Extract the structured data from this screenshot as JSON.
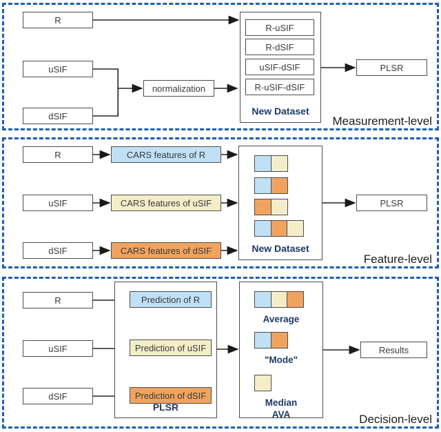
{
  "palette": {
    "blue": "#bfe0f5",
    "yellow": "#f3edc8",
    "orange": "#f0a35e",
    "dashed_border": "#1d5fae",
    "title_navy": "#1f3864"
  },
  "sections": {
    "measurement": {
      "label": "Measurement-level",
      "inputs": [
        "R",
        "uSIF",
        "dSIF"
      ],
      "normalization_label": "normalization",
      "dataset": {
        "title": "New Dataset",
        "items": [
          "R-uSIF",
          "R-dSIF",
          "uSIF-dSIF",
          "R-uSIF-dSIF"
        ]
      },
      "output": "PLSR"
    },
    "feature": {
      "label": "Feature-level",
      "inputs": [
        "R",
        "uSIF",
        "dSIF"
      ],
      "cars": [
        {
          "label": "CARS features of R",
          "color": "blue"
        },
        {
          "label": "CARS features of uSIF",
          "color": "yellow"
        },
        {
          "label": "CARS features of dSIF",
          "color": "orange"
        }
      ],
      "dataset": {
        "title": "New Dataset",
        "rows": [
          [
            "blue",
            "yellow"
          ],
          [
            "blue",
            "orange"
          ],
          [
            "orange",
            "yellow"
          ],
          [
            "blue",
            "orange",
            "yellow"
          ]
        ]
      },
      "output": "PLSR"
    },
    "decision": {
      "label": "Decision-level",
      "inputs": [
        "R",
        "uSIF",
        "dSIF"
      ],
      "plsr": {
        "title": "PLSR",
        "predictions": [
          {
            "label": "Prediction of R",
            "color": "blue"
          },
          {
            "label": "Prediction of uSIF",
            "color": "yellow"
          },
          {
            "label": "Prediction of dSIF",
            "color": "orange"
          }
        ]
      },
      "ava": {
        "title": "AVA",
        "groups": [
          {
            "label": "Average",
            "squares": [
              "blue",
              "yellow",
              "orange"
            ]
          },
          {
            "label": "\"Mode\"",
            "squares": [
              "blue",
              "orange"
            ]
          },
          {
            "label": "Median",
            "squares": [
              "yellow"
            ]
          }
        ]
      },
      "output": "Results"
    }
  }
}
